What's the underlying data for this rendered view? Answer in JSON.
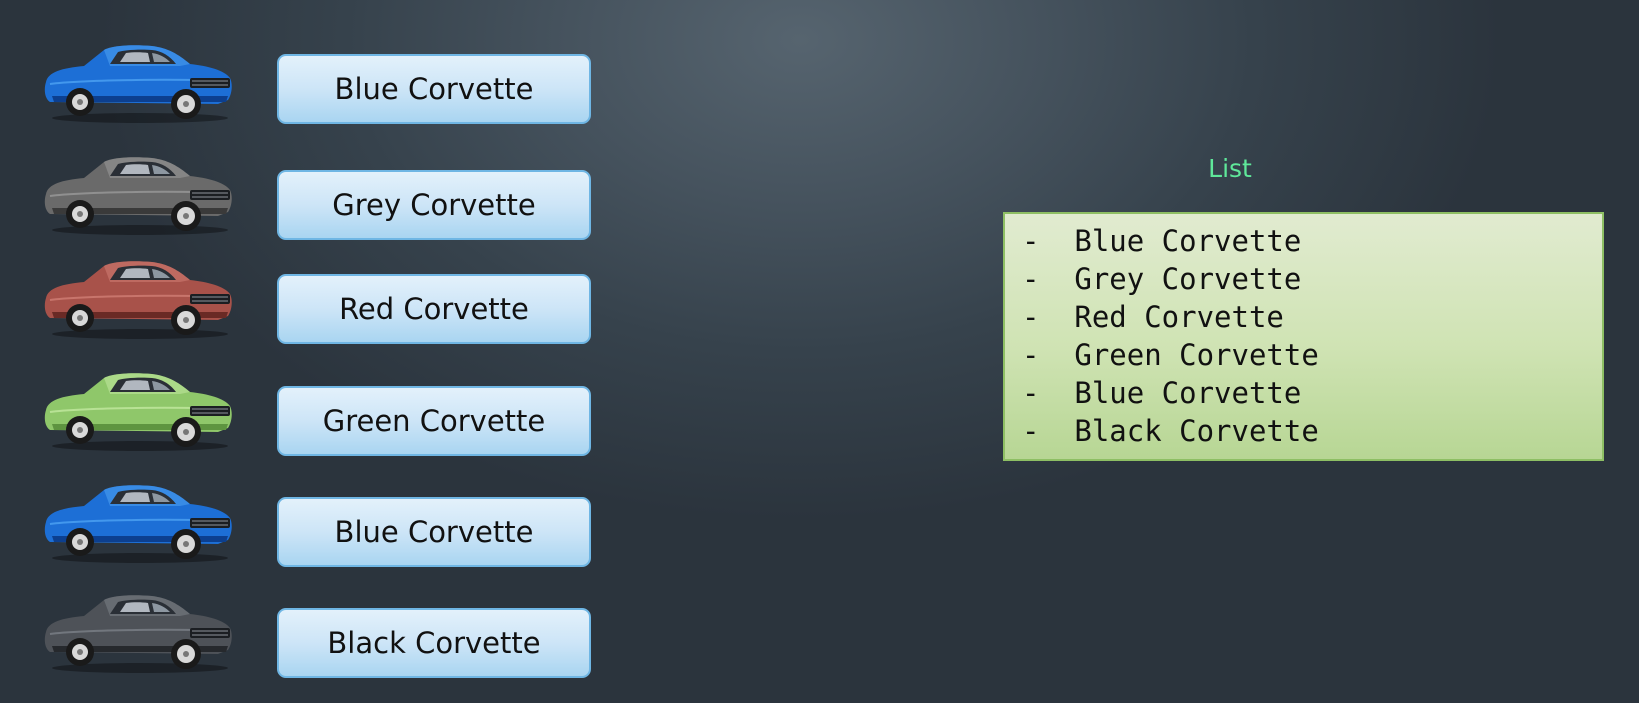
{
  "cars": [
    {
      "label": "Blue Corvette",
      "color": "#1d6fd6",
      "color_dark": "#0c3f8f",
      "color_light": "#4ea2f2"
    },
    {
      "label": "Grey Corvette",
      "color": "#6a6a6a",
      "color_dark": "#3a3a3a",
      "color_light": "#9a9a9a"
    },
    {
      "label": "Red Corvette",
      "color": "#a8524a",
      "color_dark": "#6a2a25",
      "color_light": "#d07e74"
    },
    {
      "label": "Green Corvette",
      "color": "#8fc76a",
      "color_dark": "#5e9440",
      "color_light": "#c2e8a0"
    },
    {
      "label": "Blue Corvette",
      "color": "#1d6fd6",
      "color_dark": "#0c3f8f",
      "color_light": "#4ea2f2"
    },
    {
      "label": "Black Corvette",
      "color": "#4e5258",
      "color_dark": "#26292d",
      "color_light": "#7c8188"
    }
  ],
  "list": {
    "title": "List",
    "items": [
      "-  Blue Corvette",
      "-  Grey Corvette",
      "-  Red Corvette",
      "-  Green Corvette",
      "-  Blue Corvette",
      "-  Black Corvette"
    ]
  }
}
